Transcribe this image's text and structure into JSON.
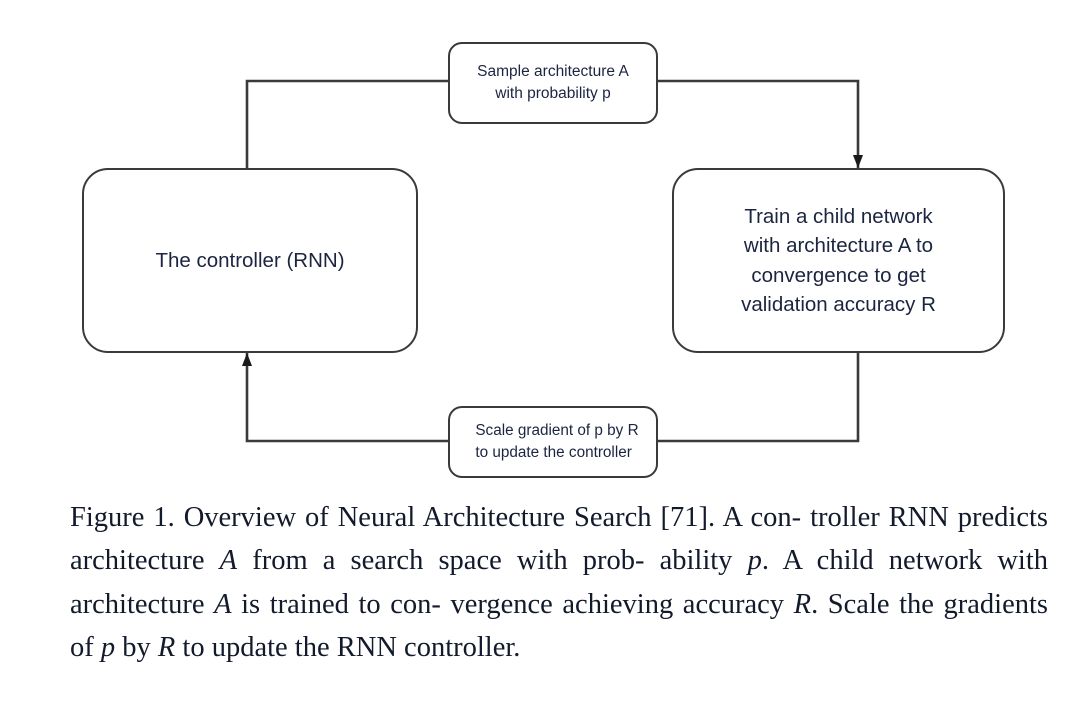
{
  "figure": {
    "nodes": {
      "controller": {
        "label": "The controller (RNN)",
        "name": "controller-node"
      },
      "train": {
        "label": "Train a child network\nwith architecture A to\nconvergence to get\nvalidation accuracy R",
        "name": "train-child-network-node"
      },
      "sample": {
        "label": "Sample architecture A\nwith probability p",
        "name": "sample-architecture-node"
      },
      "scale": {
        "label": "Scale gradient of p by R\nto update the controller",
        "name": "scale-gradient-node"
      }
    },
    "edges": [
      {
        "id": "controller-to-sample",
        "from": "controller",
        "to": "sample",
        "arrow": false
      },
      {
        "id": "sample-to-train",
        "from": "sample",
        "to": "train",
        "arrow": true,
        "arrow_direction": "down"
      },
      {
        "id": "train-to-scale",
        "from": "train",
        "to": "scale",
        "arrow": false
      },
      {
        "id": "scale-to-controller",
        "from": "scale",
        "to": "controller",
        "arrow": true,
        "arrow_direction": "up"
      }
    ],
    "style": {
      "stroke_color": "#3a3a3a",
      "box_fill": "#ffffff",
      "text_color": "#1c2540",
      "background": "#ffffff"
    }
  },
  "caption": {
    "number": "Figure 1.",
    "segments": [
      {
        "t": "Figure 1. Overview of Neural Architecture Search [71]. A con-",
        "style": "normal"
      },
      {
        "t": "troller RNN predicts architecture ",
        "style": "normal"
      },
      {
        "t": "A",
        "style": "italic"
      },
      {
        "t": " from a search space with prob-",
        "style": "normal"
      },
      {
        "t": "ability ",
        "style": "normal"
      },
      {
        "t": "p",
        "style": "italic"
      },
      {
        "t": ". A child network with architecture ",
        "style": "normal"
      },
      {
        "t": "A",
        "style": "italic"
      },
      {
        "t": " is trained to con-",
        "style": "normal"
      },
      {
        "t": "vergence achieving accuracy ",
        "style": "normal"
      },
      {
        "t": "R",
        "style": "italic"
      },
      {
        "t": ". Scale the gradients of ",
        "style": "normal"
      },
      {
        "t": "p",
        "style": "italic"
      },
      {
        "t": " by ",
        "style": "normal"
      },
      {
        "t": "R",
        "style": "italic"
      },
      {
        "t": " to",
        "style": "normal"
      },
      {
        "t": "update the RNN controller.",
        "style": "normal"
      }
    ],
    "line1": "Figure 1. Overview of Neural Architecture Search [71].  A con-",
    "line2_a": "troller RNN predicts architecture ",
    "line2_var": "A",
    "line2_b": " from a search space with prob-",
    "line3_a": "ability ",
    "line3_var1": "p",
    "line3_b": ".  A child network with architecture ",
    "line3_var2": "A",
    "line3_c": " is trained to con-",
    "line4_a": "vergence achieving accuracy ",
    "line4_var1": "R",
    "line4_b": ". Scale the gradients of ",
    "line4_var2": "p",
    "line4_c": " by ",
    "line4_var3": "R",
    "line4_d": " to",
    "line5": "update the RNN controller."
  }
}
